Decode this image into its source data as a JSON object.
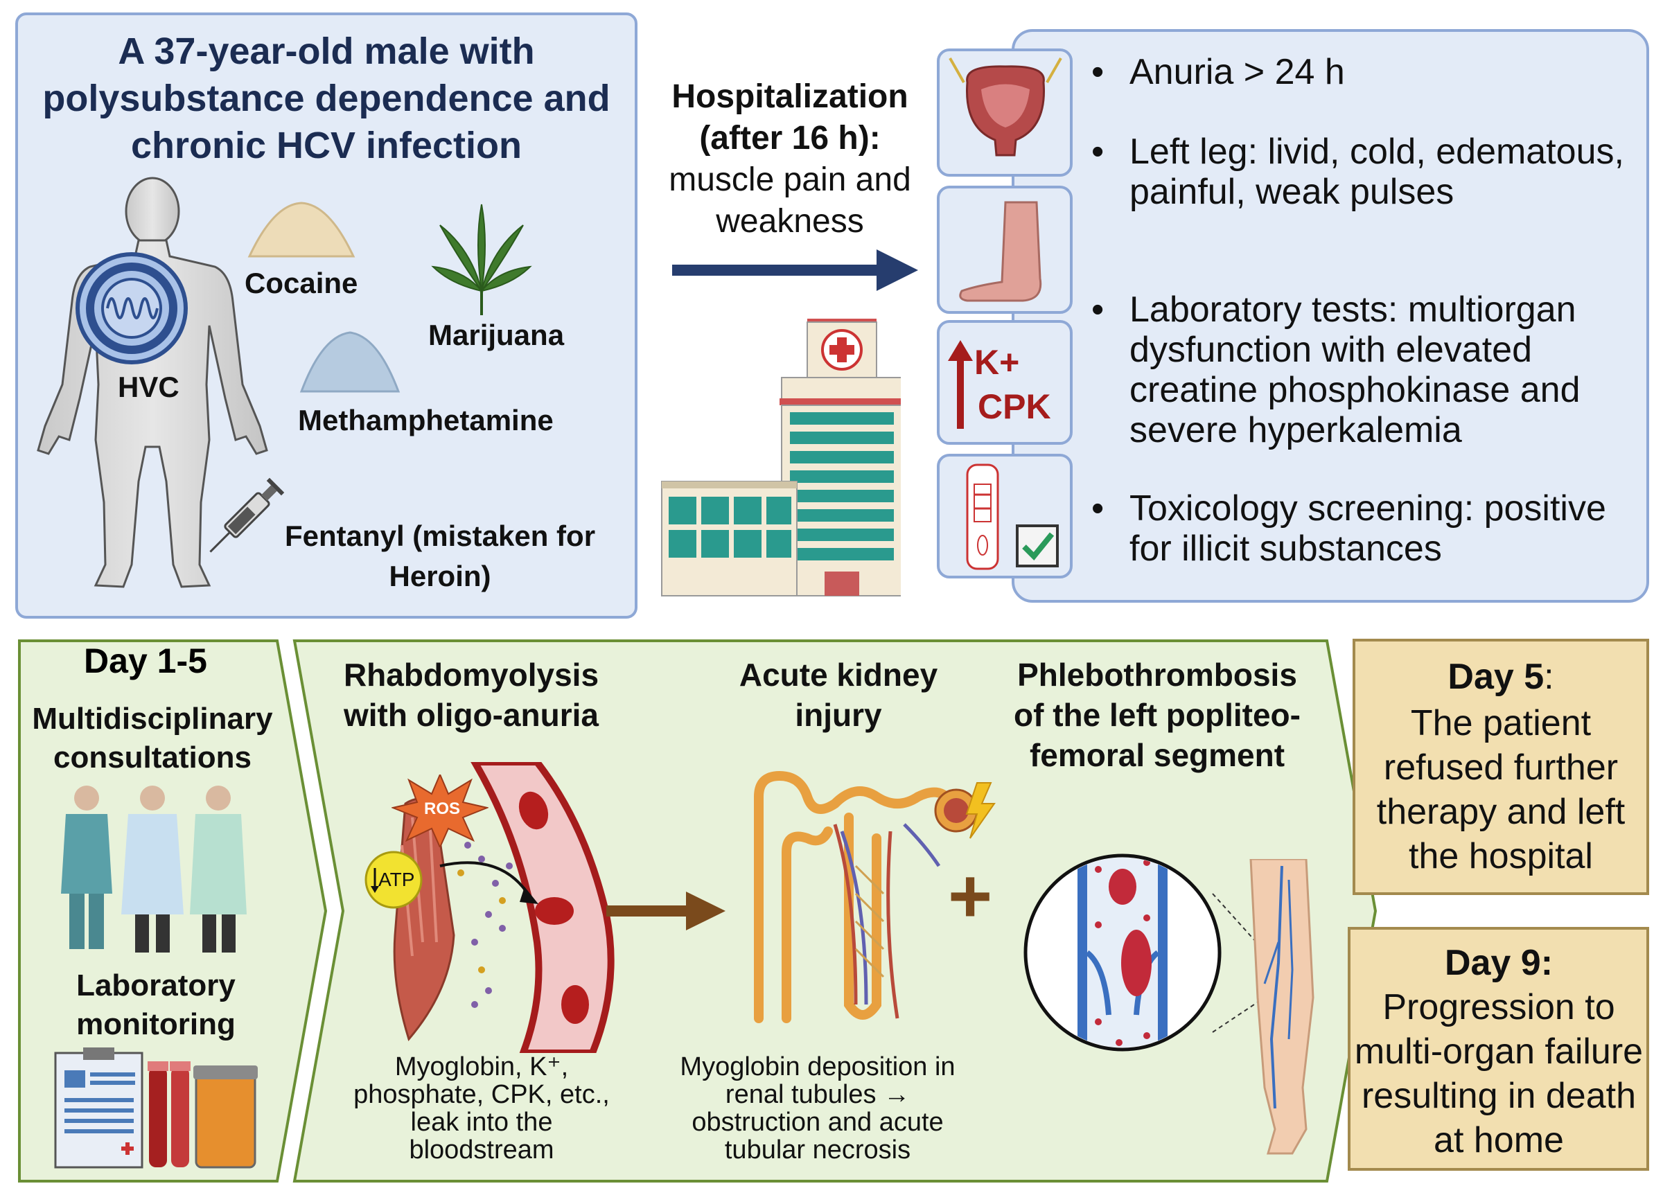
{
  "top_left": {
    "title": "A 37-year-old male with polysubstance dependence and chronic HCV infection",
    "virus_label": "HVC",
    "substances": [
      "Cocaine",
      "Marijuana",
      "Methamphetamine",
      "Fentanyl (mistaken for Heroin)"
    ]
  },
  "hospitalization": {
    "title": "Hospitalization (after 16 h):",
    "body": "muscle pain and weakness"
  },
  "icons": {
    "k_label": "K+",
    "cpk_label": "CPK"
  },
  "findings": [
    "Anuria > 24 h",
    "Left leg: livid, cold, edematous, painful, weak pulses",
    "Laboratory tests: multiorgan dysfunction with elevated creatine phosphokinase and severe hyperkalemia",
    "Toxicology screening: positive for illicit substances"
  ],
  "day1_5": {
    "title": "Day 1-5",
    "consult": "Multidisciplinary consultations",
    "lab": "Laboratory monitoring"
  },
  "process": {
    "rhabdo_title": "Rhabdomyolysis with oligo-anuria",
    "ros": "ROS",
    "atp": "ATP",
    "rhabdo_caption": "Myoglobin, K⁺, phosphate, CPK, etc., leak into the bloodstream",
    "aki_title": "Acute kidney injury",
    "aki_caption": "Myoglobin deposition in renal tubules → obstruction and acute tubular necrosis",
    "plus": "+",
    "phlebo_title": "Phlebothrombosis of the left popliteo-femoral segment"
  },
  "day5": {
    "title": "Day 5",
    "suffix": ":",
    "body": "The patient refused further therapy and left the hospital"
  },
  "day9": {
    "title": "Day 9:",
    "body": "Progression to multi-organ failure resulting in death at home"
  }
}
